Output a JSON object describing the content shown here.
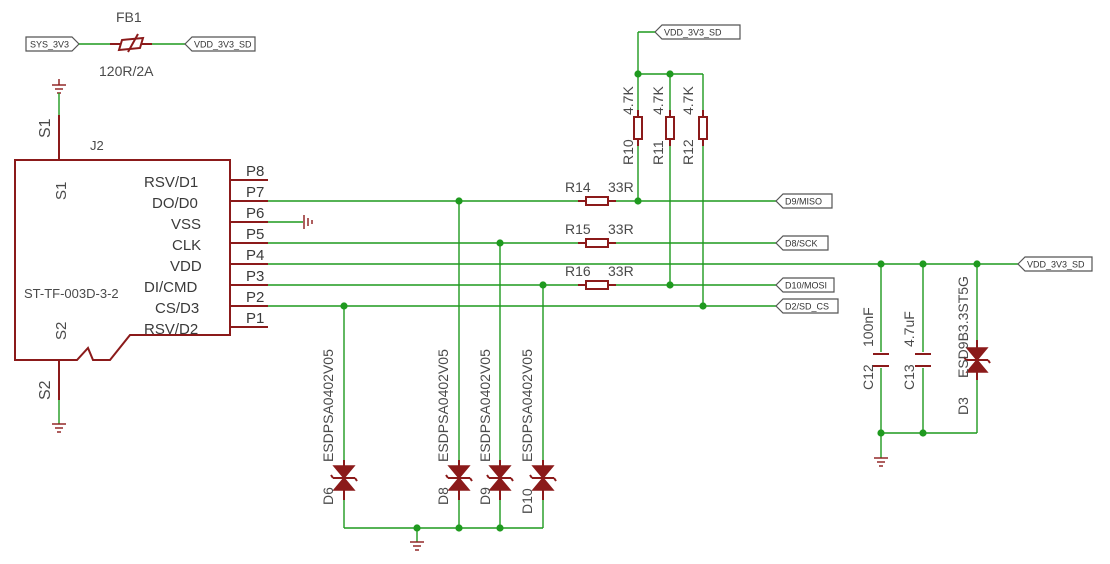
{
  "ferrite": {
    "ref": "FB1",
    "value": "120R/2A"
  },
  "connector": {
    "ref": "J2",
    "part": "ST-TF-003D-3-2",
    "shield_pins": [
      "S1",
      "S2"
    ],
    "pin_names": [
      "RSV/D1",
      "DO/D0",
      "VSS",
      "CLK",
      "VDD",
      "DI/CMD",
      "CS/D3",
      "RSV/D2"
    ],
    "pin_numbers": [
      "P8",
      "P7",
      "P6",
      "P5",
      "P4",
      "P3",
      "P2",
      "P1"
    ]
  },
  "nets": {
    "sys_3v3": "SYS_3V3",
    "vdd_sd_ferrite": "VDD_3V3_SD",
    "vdd_sd_top": "VDD_3V3_SD",
    "vdd_sd_right": "VDD_3V3_SD",
    "miso": "D9/MISO",
    "sck": "D8/SCK",
    "mosi": "D10/MOSI",
    "cs": "D2/SD_CS"
  },
  "pullups": [
    {
      "ref": "R10",
      "value": "4.7K"
    },
    {
      "ref": "R11",
      "value": "4.7K"
    },
    {
      "ref": "R12",
      "value": "4.7K"
    }
  ],
  "series_resistors": [
    {
      "ref": "R14",
      "value": "33R"
    },
    {
      "ref": "R15",
      "value": "33R"
    },
    {
      "ref": "R16",
      "value": "33R"
    }
  ],
  "esd_diodes": [
    {
      "ref": "D6",
      "value": "ESDPSA0402V05"
    },
    {
      "ref": "D8",
      "value": "ESDPSA0402V05"
    },
    {
      "ref": "D9",
      "value": "ESDPSA0402V05"
    },
    {
      "ref": "D10",
      "value": "ESDPSA0402V05"
    }
  ],
  "capacitors": [
    {
      "ref": "C12",
      "value": "100nF"
    },
    {
      "ref": "C13",
      "value": "4.7uF"
    }
  ],
  "tvs": {
    "ref": "D3",
    "value": "ESD9B3.3ST5G"
  },
  "colors": {
    "wire": "#1f9a1f",
    "symbol": "#8b1a1a",
    "junction": "#1f9a1f",
    "label": "#4a4a4a"
  }
}
